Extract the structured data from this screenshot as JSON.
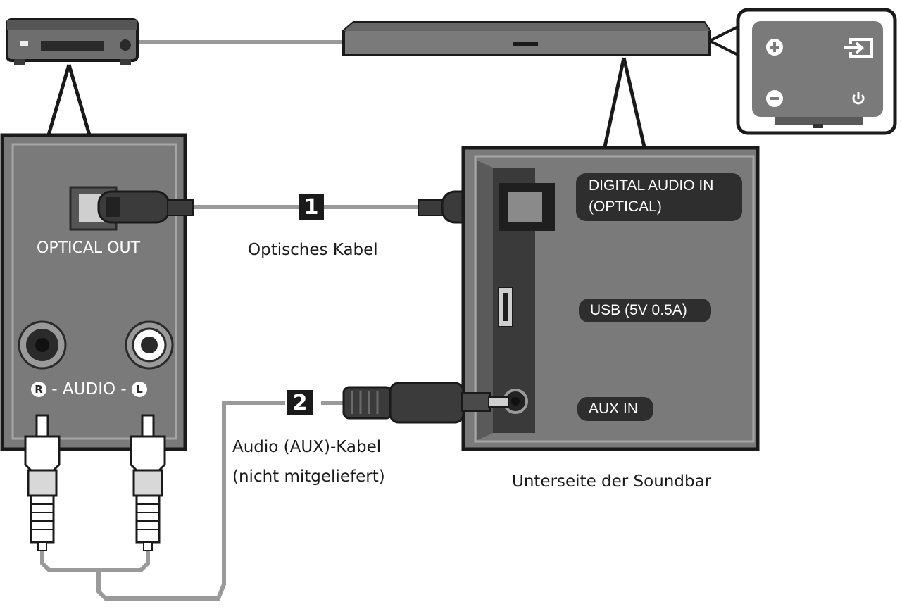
{
  "labels": {
    "optical_out": "OPTICAL OUT",
    "audio": " - AUDIO - ",
    "audio_r": "R",
    "audio_l": "L",
    "optical_cable": "Optisches Kabel",
    "aux_cable_line1": "Audio (AUX)-Kabel",
    "aux_cable_line2": "(nicht mitgeliefert)",
    "soundbar_bottom": "Unterseite der Soundbar",
    "digital_audio_in_line1": "DIGITAL AUDIO IN",
    "digital_audio_in_line2": "(OPTICAL)",
    "usb": "USB (5V 0.5A)",
    "aux_in": "AUX IN",
    "step1": "1",
    "step2": "2"
  },
  "icons": {
    "plus": "plus-icon",
    "minus": "minus-icon",
    "source": "source-input-icon",
    "power": "power-icon"
  },
  "colors": {
    "panel": "#7a7a7a",
    "panel_dark": "#3c3c3c",
    "cable": "#9a9a9a",
    "outline": "#1a1a1a"
  }
}
